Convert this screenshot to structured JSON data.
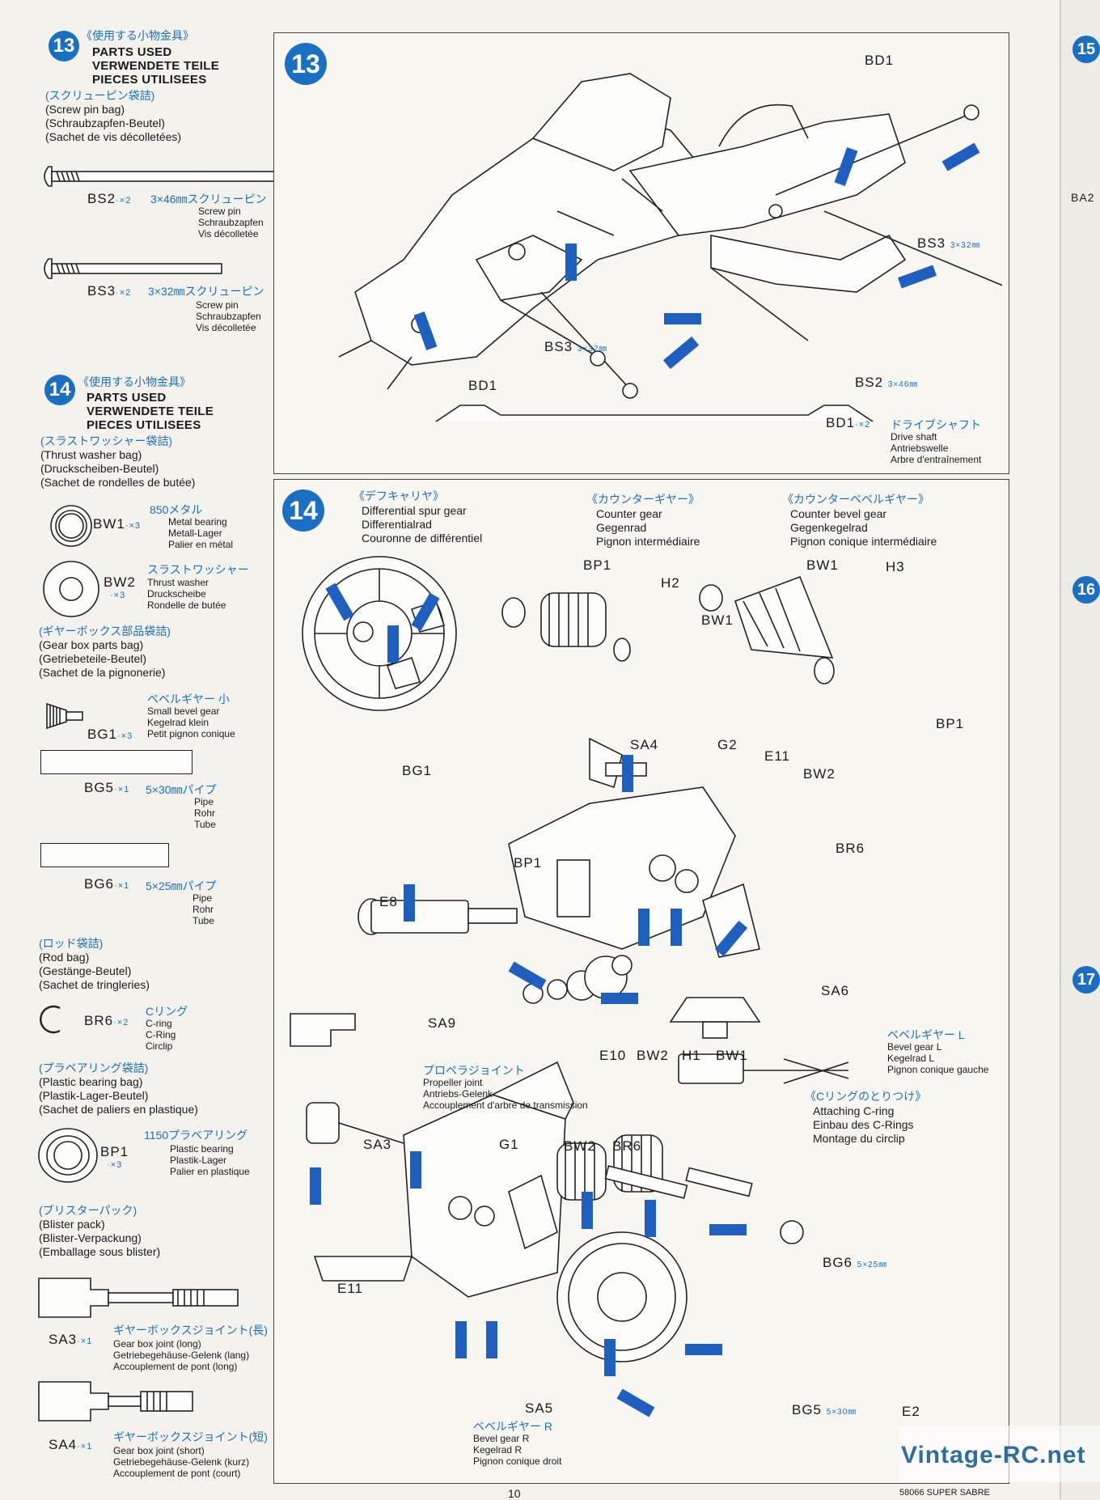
{
  "step13_side": {
    "num": "13",
    "jp_title": "《使用する小物金具》",
    "title_en": "PARTS USED",
    "title_de": "VERWENDETE TEILE",
    "title_fr": "PIECES UTILISEES",
    "bag_jp": "(スクリューピン袋詰)",
    "bag_en": "(Screw pin bag)",
    "bag_de": "(Schraubzapfen-Beutel)",
    "bag_fr": "(Sachet de vis décolletées)",
    "bs2_code": "BS2",
    "bs2_qty": "·×2",
    "bs2_jp": "3×46㎜スクリューピン",
    "bs2_en": "Screw pin",
    "bs2_de": "Schraubzapfen",
    "bs2_fr": "Vis décolletée",
    "bs3_code": "BS3",
    "bs3_qty": "·×2",
    "bs3_jp": "3×32㎜スクリューピン",
    "bs3_en": "Screw pin",
    "bs3_de": "Schraubzapfen",
    "bs3_fr": "Vis décolletée"
  },
  "step14_side": {
    "num": "14",
    "jp_title": "《使用する小物金具》",
    "title_en": "PARTS USED",
    "title_de": "VERWENDETE TEILE",
    "title_fr": "PIECES UTILISEES",
    "bag1_jp": "(スラストワッシャー袋詰)",
    "bag1_en": "(Thrust washer bag)",
    "bag1_de": "(Druckscheiben-Beutel)",
    "bag1_fr": "(Sachet de rondelles de butée)",
    "bw1_code": "BW1",
    "bw1_qty": "·×3",
    "bw1_jp": "850メタル",
    "bw1_en": "Metal bearing",
    "bw1_de": "Metall-Lager",
    "bw1_fr": "Palier en métal",
    "bw2_code": "BW2",
    "bw2_qty": "·×3",
    "bw2_jp": "スラストワッシャー",
    "bw2_en": "Thrust washer",
    "bw2_de": "Druckscheibe",
    "bw2_fr": "Rondelle de butée",
    "bag2_jp": "(ギヤーボックス部品袋詰)",
    "bag2_en": "(Gear box parts bag)",
    "bag2_de": "(Getriebeteile-Beutel)",
    "bag2_fr": "(Sachet de la pignonerie)",
    "bg1_code": "BG1",
    "bg1_qty": "·×3",
    "bg1_jp": "ベベルギヤー 小",
    "bg1_en": "Small bevel gear",
    "bg1_de": "Kegelrad klein",
    "bg1_fr": "Petit pignon conique",
    "bg5_code": "BG5",
    "bg5_qty": "·×1",
    "bg5_jp": "5×30㎜パイプ",
    "bg5_en": "Pipe",
    "bg5_de": "Rohr",
    "bg5_fr": "Tube",
    "bg6_code": "BG6",
    "bg6_qty": "·×1",
    "bg6_jp": "5×25㎜パイプ",
    "bg6_en": "Pipe",
    "bg6_de": "Rohr",
    "bg6_fr": "Tube",
    "bag3_jp": "(ロッド袋詰)",
    "bag3_en": "(Rod bag)",
    "bag3_de": "(Gestänge-Beutel)",
    "bag3_fr": "(Sachet de tringleries)",
    "br6_code": "BR6",
    "br6_qty": "·×2",
    "br6_jp": "Cリング",
    "br6_en": "C-ring",
    "br6_de": "C-Ring",
    "br6_fr": "Circlip",
    "bag4_jp": "(プラベアリング袋詰)",
    "bag4_en": "(Plastic bearing bag)",
    "bag4_de": "(Plastik-Lager-Beutel)",
    "bag4_fr": "(Sachet de paliers en plastique)",
    "bp1_code": "BP1",
    "bp1_qty": "·×3",
    "bp1_jp": "1150プラベアリング",
    "bp1_en": "Plastic bearing",
    "bp1_de": "Plastik-Lager",
    "bp1_fr": "Palier en plastique",
    "bag5_jp": "(ブリスターパック)",
    "bag5_en": "(Blister pack)",
    "bag5_de": "(Blister-Verpackung)",
    "bag5_fr": "(Emballage sous blister)",
    "sa3_code": "SA3",
    "sa3_qty": "·×1",
    "sa3_jp": "ギヤーボックスジョイント(長)",
    "sa3_en": "Gear box joint (long)",
    "sa3_de": "Getriebegehäuse-Gelenk (lang)",
    "sa3_fr": "Accouplement de pont (long)",
    "sa4_code": "SA4",
    "sa4_qty": "·×1",
    "sa4_jp": "ギヤーボックスジョイント(短)",
    "sa4_en": "Gear box joint (short)",
    "sa4_de": "Getriebegehäuse-Gelenk (kurz)",
    "sa4_fr": "Accouplement de pont (court)"
  },
  "panel13": {
    "num": "13",
    "bd1_top": "BD1",
    "bd1_left": "BD1",
    "bs3_a": "BS3",
    "bs3_a_size": "3×32㎜",
    "bs3_b": "BS3",
    "bs3_b_size": "3×32㎜",
    "bs2": "BS2",
    "bs2_size": "3×46㎜",
    "bd1_code": "BD1",
    "bd1_qty": "·×2",
    "bd1_jp": "ドライブシャフト",
    "bd1_en": "Drive shaft",
    "bd1_de": "Antriebswelle",
    "bd1_fr": "Arbre d'entraînement"
  },
  "panel14": {
    "num": "14",
    "diff_jp": "《デフキャリヤ》",
    "diff_en": "Differential spur gear",
    "diff_de": "Differentialrad",
    "diff_fr": "Couronne de différentiel",
    "counter_jp": "《カウンターギヤー》",
    "counter_en": "Counter gear",
    "counter_de": "Gegenrad",
    "counter_fr": "Pignon intermédiaire",
    "cbevel_jp": "《カウンターベベルギヤー》",
    "cbevel_en": "Counter bevel gear",
    "cbevel_de": "Gegenkegelrad",
    "cbevel_fr": "Pignon conique intermédiaire",
    "labels": {
      "bp1_a": "BP1",
      "h2": "H2",
      "bw1_a": "BW1",
      "bw1_b": "BW1",
      "h3": "H3",
      "bp1_b": "BP1",
      "bg1": "BG1",
      "sa4": "SA4",
      "g2": "G2",
      "e11_a": "E11",
      "bw2_a": "BW2",
      "bp1_c": "BP1",
      "br6_a": "BR6",
      "e8": "E8",
      "sa9": "SA9",
      "sa6": "SA6",
      "e10": "E10",
      "bw2_b": "BW2",
      "h1": "H1",
      "bw1_c": "BW1",
      "sa3": "SA3",
      "g1": "G1",
      "bw2_c": "BW2",
      "br6_b": "BR6",
      "e11_b": "E11",
      "bg6": "BG6",
      "bg6_size": "5×25㎜",
      "sa5": "SA5",
      "bg5": "BG5",
      "bg5_size": "5×30㎜",
      "e2": "E2"
    },
    "bevel_l_jp": "ベベルギヤー L",
    "bevel_l_en": "Bevel gear L",
    "bevel_l_de": "Kegelrad L",
    "bevel_l_fr": "Pignon conique gauche",
    "prop_jp": "プロペラジョイント",
    "prop_en": "Propeller joint",
    "prop_de": "Antriebs-Gelenk",
    "prop_fr": "Accouplement d'arbre de transmission",
    "cring_jp": "《Cリングのとりつけ》",
    "cring_en": "Attaching C-ring",
    "cring_de": "Einbau des C-Rings",
    "cring_fr": "Montage du circlip",
    "bevel_r_jp": "ベベルギヤー R",
    "bevel_r_en": "Bevel gear R",
    "bevel_r_de": "Kegelrad R",
    "bevel_r_fr": "Pignon conique droit"
  },
  "right_strip": {
    "n15": "15",
    "n16": "16",
    "n17": "17",
    "ba2": "BA2"
  },
  "footer": {
    "page": "10",
    "model": "58066 SUPER SABRE",
    "watermark": "Vintage-RC.net"
  },
  "colors": {
    "accent": "#1a6fc2",
    "arrow": "#1f5fbf"
  }
}
